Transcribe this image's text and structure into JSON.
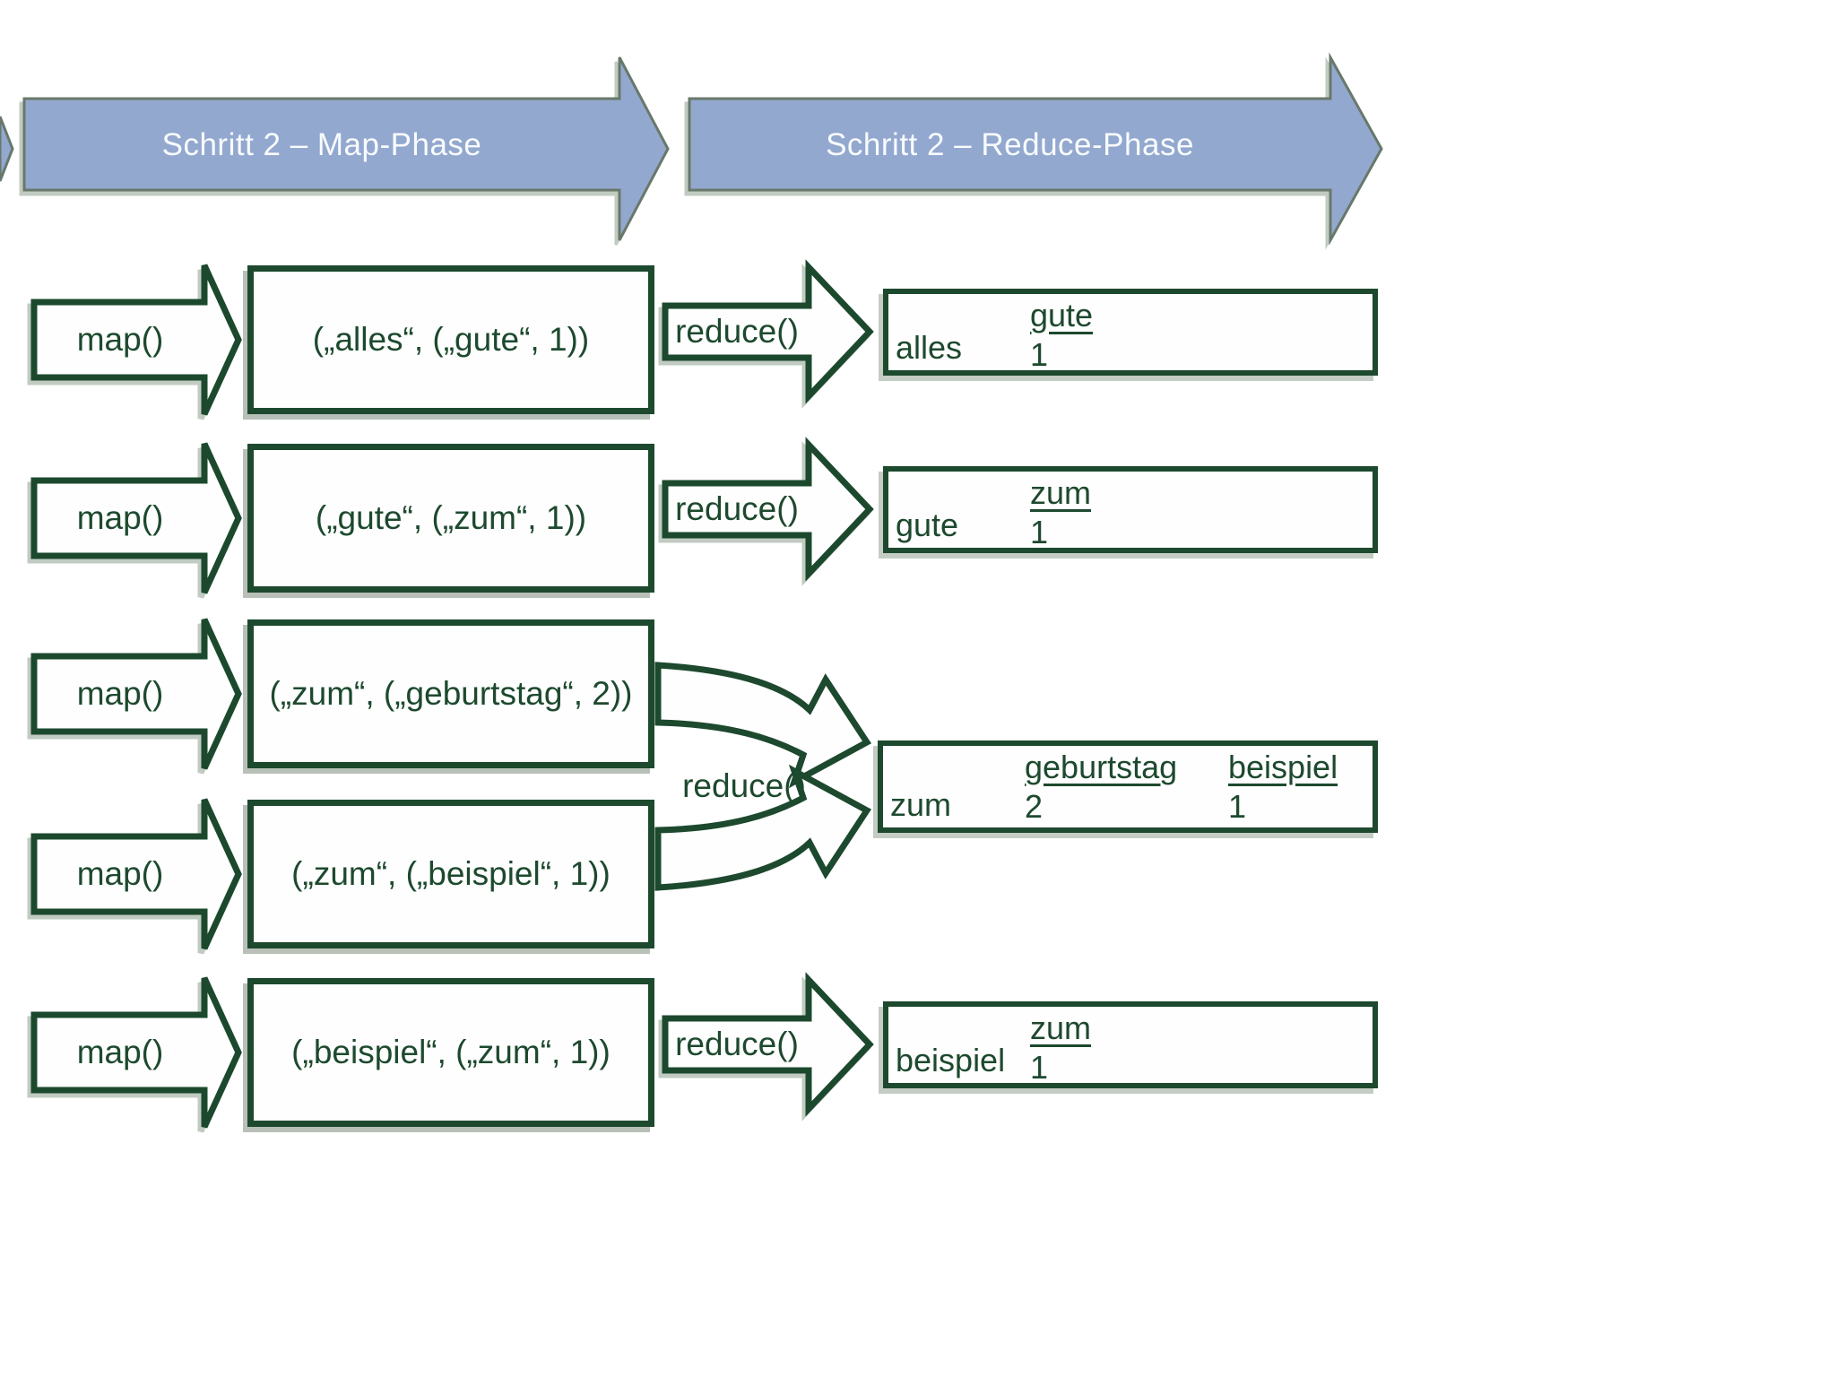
{
  "title": "MapReduce Schritt 2 Diagramm",
  "colors": {
    "outline_green": "#1d492e",
    "banner_fill": "#93a8cf",
    "banner_border": "#67786b",
    "banner_text": "#f8fbfd",
    "background": "#ffffff"
  },
  "banners": {
    "map_label": "Schritt 2 – Map-Phase",
    "reduce_label": "Schritt 2 – Reduce-Phase"
  },
  "arrows": {
    "map_label": "map()",
    "reduce_label": "reduce()"
  },
  "map_rows": [
    {
      "tuple": "(„alles“, („gute“, 1))"
    },
    {
      "tuple": "(„gute“, („zum“, 1))"
    },
    {
      "tuple": "(„zum“, („geburtstag“, 2))"
    },
    {
      "tuple": "(„zum“, („beispiel“, 1))"
    },
    {
      "tuple": "(„beispiel“, („zum“, 1))"
    }
  ],
  "reduce_results": [
    {
      "key": "alles",
      "columns": [
        {
          "header": "gute",
          "value": "1"
        }
      ]
    },
    {
      "key": "gute",
      "columns": [
        {
          "header": "zum",
          "value": "1"
        }
      ]
    },
    {
      "key": "zum",
      "columns": [
        {
          "header": "geburtstag",
          "value": "2"
        },
        {
          "header": "beispiel",
          "value": "1"
        }
      ]
    },
    {
      "key": "beispiel",
      "columns": [
        {
          "header": "zum",
          "value": "1"
        }
      ]
    }
  ]
}
